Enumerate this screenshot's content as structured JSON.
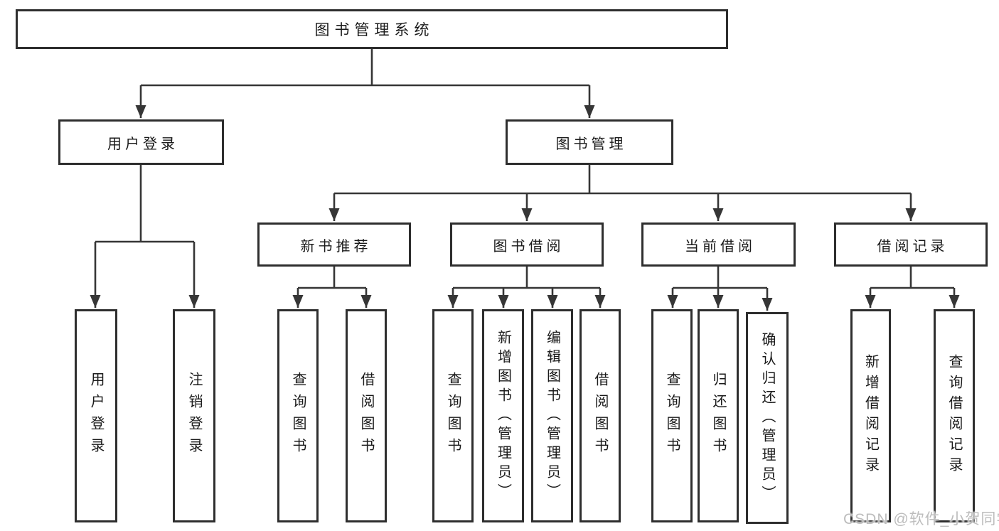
{
  "tree": {
    "root": {
      "label": "图书管理系统"
    },
    "branches": [
      {
        "label": "用户登录",
        "children": [
          {
            "label": "用户登录"
          },
          {
            "label": "注销登录"
          }
        ]
      },
      {
        "label": "图书管理",
        "children": [
          {
            "label": "新书推荐",
            "children": [
              {
                "label": "查询图书"
              },
              {
                "label": "借阅图书"
              }
            ]
          },
          {
            "label": "图书借阅",
            "children": [
              {
                "label": "查询图书"
              },
              {
                "label": "新增图书（管理员）"
              },
              {
                "label": "编辑图书（管理员）"
              },
              {
                "label": "借阅图书"
              }
            ]
          },
          {
            "label": "当前借阅",
            "children": [
              {
                "label": "查询图书"
              },
              {
                "label": "归还图书"
              },
              {
                "label": "确认归还（管理员）"
              }
            ]
          },
          {
            "label": "借阅记录",
            "children": [
              {
                "label": "新增借阅记录"
              },
              {
                "label": "查询借阅记录"
              }
            ]
          }
        ]
      }
    ]
  },
  "watermark": "CSDN @软件_小贺同学",
  "colors": {
    "line": "#363636",
    "border": "#2e2e2e",
    "text": "#1a1a1a",
    "watermark": "#bdbdbd"
  }
}
